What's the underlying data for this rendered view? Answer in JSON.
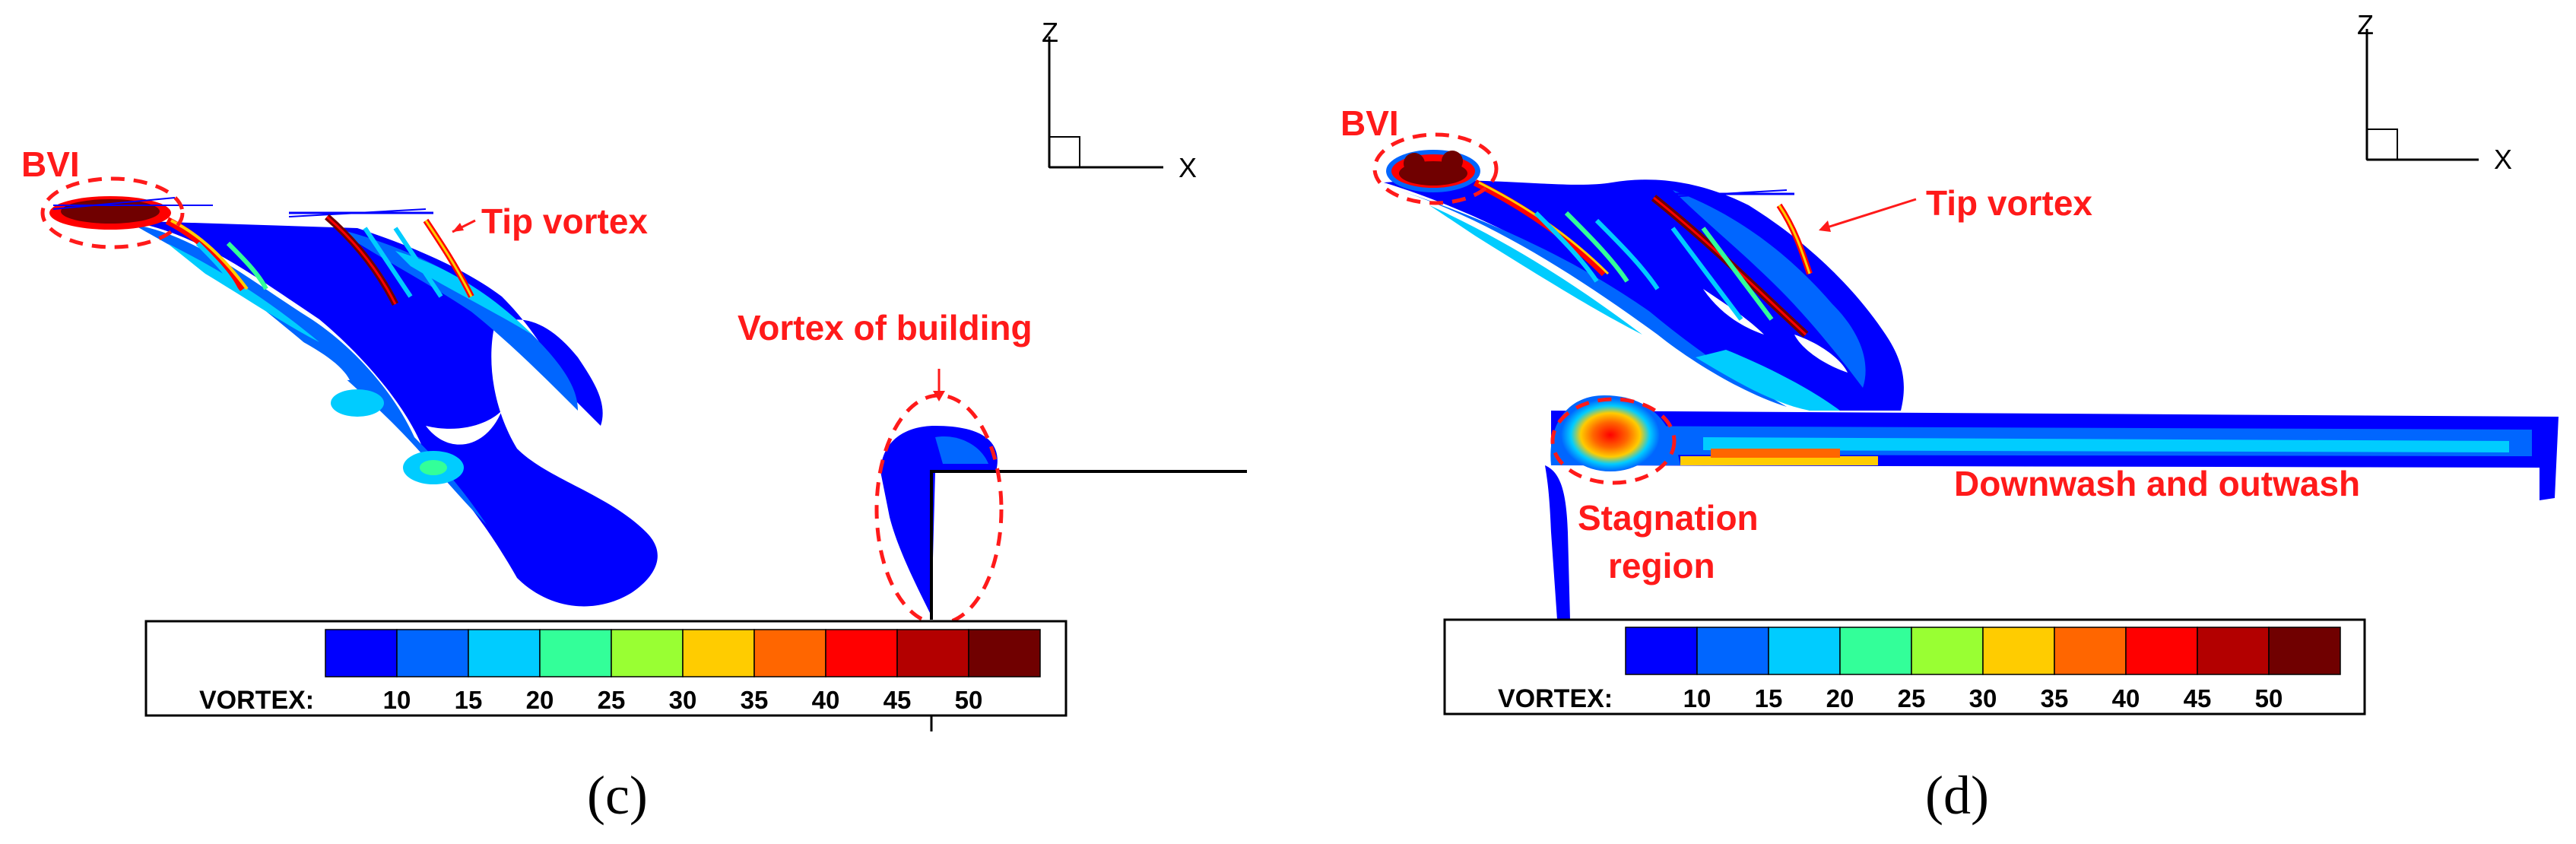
{
  "panels": [
    {
      "id": "c",
      "label": "(c)",
      "annotations": {
        "bvi": "BVI",
        "tip_vortex": "Tip vortex",
        "vortex_building": "Vortex of building"
      },
      "axes": {
        "z": "Z",
        "x": "X"
      },
      "colorbar": {
        "title": "VORTEX:",
        "ticks": [
          "10",
          "15",
          "20",
          "25",
          "30",
          "35",
          "40",
          "45",
          "50"
        ]
      }
    },
    {
      "id": "d",
      "label": "(d)",
      "annotations": {
        "bvi": "BVI",
        "tip_vortex": "Tip vortex",
        "stagnation_line1": "Stagnation",
        "stagnation_line2": "region",
        "downwash": "Downwash and outwash"
      },
      "axes": {
        "z": "Z",
        "x": "X"
      },
      "colorbar": {
        "title": "VORTEX:",
        "ticks": [
          "10",
          "15",
          "20",
          "25",
          "30",
          "35",
          "40",
          "45",
          "50"
        ]
      }
    }
  ],
  "colors": {
    "annotation": "#ff1a1a",
    "colormap": [
      "#0000ff",
      "#0066ff",
      "#00ccff",
      "#33ff99",
      "#99ff33",
      "#ffcc00",
      "#ff6600",
      "#ff0000",
      "#b30000",
      "#700000"
    ]
  }
}
